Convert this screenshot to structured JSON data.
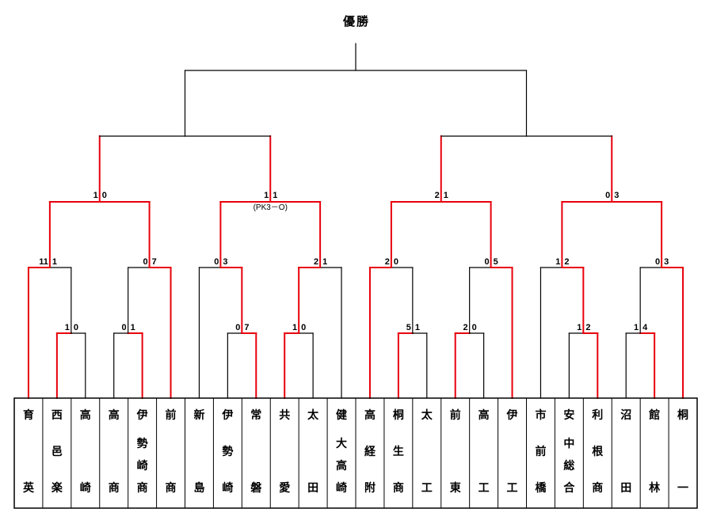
{
  "title": "優勝",
  "teams": [
    {
      "name": "育英",
      "chars": [
        "育",
        "",
        "英"
      ]
    },
    {
      "name": "西邑楽",
      "chars": [
        "西",
        "邑",
        "楽"
      ]
    },
    {
      "name": "高崎",
      "chars": [
        "高",
        "",
        "崎"
      ]
    },
    {
      "name": "高商",
      "chars": [
        "高",
        "",
        "商"
      ]
    },
    {
      "name": "伊勢崎商",
      "chars": [
        "伊",
        "勢",
        "崎",
        "商"
      ]
    },
    {
      "name": "前商",
      "chars": [
        "前",
        "",
        "商"
      ]
    },
    {
      "name": "新島",
      "chars": [
        "新",
        "",
        "島"
      ]
    },
    {
      "name": "伊勢崎",
      "chars": [
        "伊",
        "勢",
        "崎"
      ]
    },
    {
      "name": "常磐",
      "chars": [
        "常",
        "",
        "磐"
      ]
    },
    {
      "name": "共愛",
      "chars": [
        "共",
        "",
        "愛"
      ]
    },
    {
      "name": "太田",
      "chars": [
        "太",
        "",
        "田"
      ]
    },
    {
      "name": "健大高崎",
      "chars": [
        "健",
        "大",
        "高",
        "崎"
      ]
    },
    {
      "name": "高経附",
      "chars": [
        "高",
        "経",
        "附"
      ]
    },
    {
      "name": "桐生商",
      "chars": [
        "桐",
        "生",
        "商"
      ]
    },
    {
      "name": "太工",
      "chars": [
        "太",
        "",
        "工"
      ]
    },
    {
      "name": "前東",
      "chars": [
        "前",
        "",
        "東"
      ]
    },
    {
      "name": "高工",
      "chars": [
        "高",
        "",
        "工"
      ]
    },
    {
      "name": "伊工",
      "chars": [
        "伊",
        "",
        "工"
      ]
    },
    {
      "name": "市前橋",
      "chars": [
        "市",
        "前",
        "橋"
      ]
    },
    {
      "name": "安中総合",
      "chars": [
        "安",
        "中",
        "総",
        "合"
      ]
    },
    {
      "name": "利根商",
      "chars": [
        "利",
        "根",
        "商"
      ]
    },
    {
      "name": "沼田",
      "chars": [
        "沼",
        "",
        "田"
      ]
    },
    {
      "name": "館林",
      "chars": [
        "館",
        "",
        "林"
      ]
    },
    {
      "name": "桐一",
      "chars": [
        "桐",
        "",
        "一"
      ]
    }
  ],
  "scores": {
    "r1": [
      {
        "left": "1",
        "right": "0"
      },
      {
        "left": "0",
        "right": "1"
      },
      {
        "left": "0",
        "right": "7"
      },
      {
        "left": "1",
        "right": "0"
      },
      {
        "left": "5",
        "right": "1"
      },
      {
        "left": "2",
        "right": "0"
      },
      {
        "left": "1",
        "right": "2"
      },
      {
        "left": "1",
        "right": "4"
      }
    ],
    "r2": [
      {
        "left": "11",
        "right": "1"
      },
      {
        "left": "0",
        "right": "7"
      },
      {
        "left": "0",
        "right": "3"
      },
      {
        "left": "2",
        "right": "1"
      },
      {
        "left": "2",
        "right": "0"
      },
      {
        "left": "0",
        "right": "5"
      },
      {
        "left": "1",
        "right": "2"
      },
      {
        "left": "0",
        "right": "3"
      }
    ],
    "r3": [
      {
        "left": "1",
        "right": "0"
      },
      {
        "left": "1",
        "right": "1",
        "note": "(PK3－O)"
      },
      {
        "left": "2",
        "right": "1"
      },
      {
        "left": "0",
        "right": "3"
      }
    ]
  },
  "colors": {
    "winner_line": "#e8000b",
    "line": "#000000",
    "box_border": "#000000"
  }
}
